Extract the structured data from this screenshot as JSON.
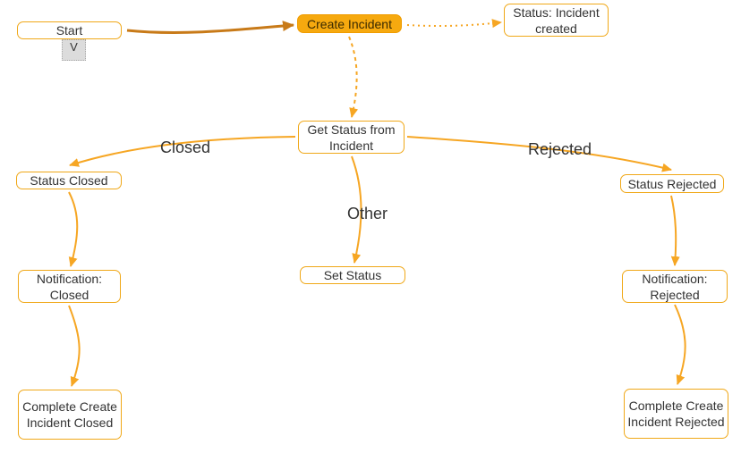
{
  "colors": {
    "edge": "#f6a623",
    "edge_active": "#c87a18",
    "node_border": "#f0a818",
    "node_active_fill": "#f6a90f"
  },
  "nodes": {
    "start": "Start",
    "start_toggle": "V",
    "create_incident": "Create Incident",
    "status_created": "Status: Incident created",
    "get_status": "Get Status from Incident",
    "status_closed": "Status Closed",
    "set_status": "Set Status",
    "status_rejected": "Status Rejected",
    "notification_closed": "Notification: Closed",
    "notification_rejected": "Notification: Rejected",
    "complete_closed": "Complete Create Incident Closed",
    "complete_rejected": "Complete Create Incident Rejected"
  },
  "edge_labels": {
    "closed": "Closed",
    "other": "Other",
    "rejected": "Rejected"
  }
}
